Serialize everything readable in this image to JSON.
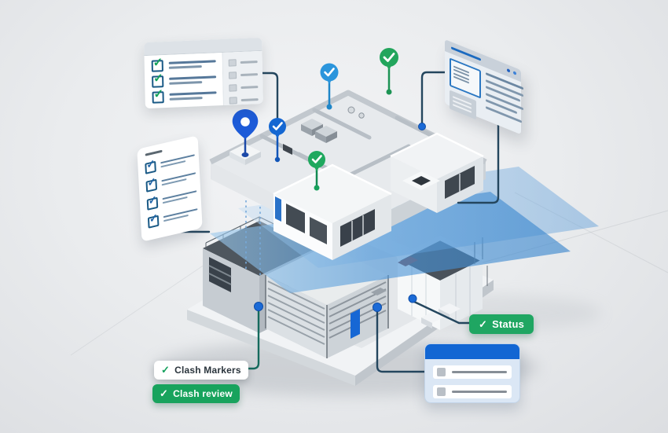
{
  "icons": {
    "check_glyph": "✓"
  },
  "badges": {
    "clash_markers": {
      "label": "Clash Markers",
      "bg": "#ffffff",
      "text_color": "#2a343c",
      "check_color": "#14a05c"
    },
    "clash_review": {
      "label": "Clash review",
      "bg": "#18a35d",
      "text_color": "#ffffff",
      "check_color": "#ffffff"
    },
    "status": {
      "label": "Status",
      "bg": "#1fa662",
      "text_color": "#ffffff",
      "check_color": "#ffffff"
    }
  },
  "markers": [
    {
      "name": "location-pin-marker",
      "color": "#1d5bd8"
    },
    {
      "name": "check-circle-marker-dark-blue",
      "color": "#1467d2"
    },
    {
      "name": "check-circle-marker-light-blue",
      "color": "#2b95dc"
    },
    {
      "name": "check-circle-marker-green-top",
      "color": "#22a55c"
    },
    {
      "name": "check-circle-marker-green-roof",
      "color": "#1fa85e"
    }
  ],
  "cards": {
    "top_left_checklist": {
      "checklist_rows": 3,
      "side_rows": 4,
      "check_color": "#12a159"
    },
    "left_checklist": {
      "checklist_rows": 4,
      "check_color": "#1e63a8"
    },
    "top_right_document": {
      "text_lines": 6,
      "accent_color": "#1b6ac0"
    },
    "bottom_right_form": {
      "rows": 2,
      "header_color": "#1266d3"
    }
  },
  "palette": {
    "background": "#eaecee",
    "clash_plane_blue": "#3e8fd6",
    "connector_dark": "#24465e",
    "connector_teal": "#156a5d",
    "building_light": "#f2f4f6",
    "building_mid": "#c6ccd2",
    "building_dark": "#39414a"
  }
}
